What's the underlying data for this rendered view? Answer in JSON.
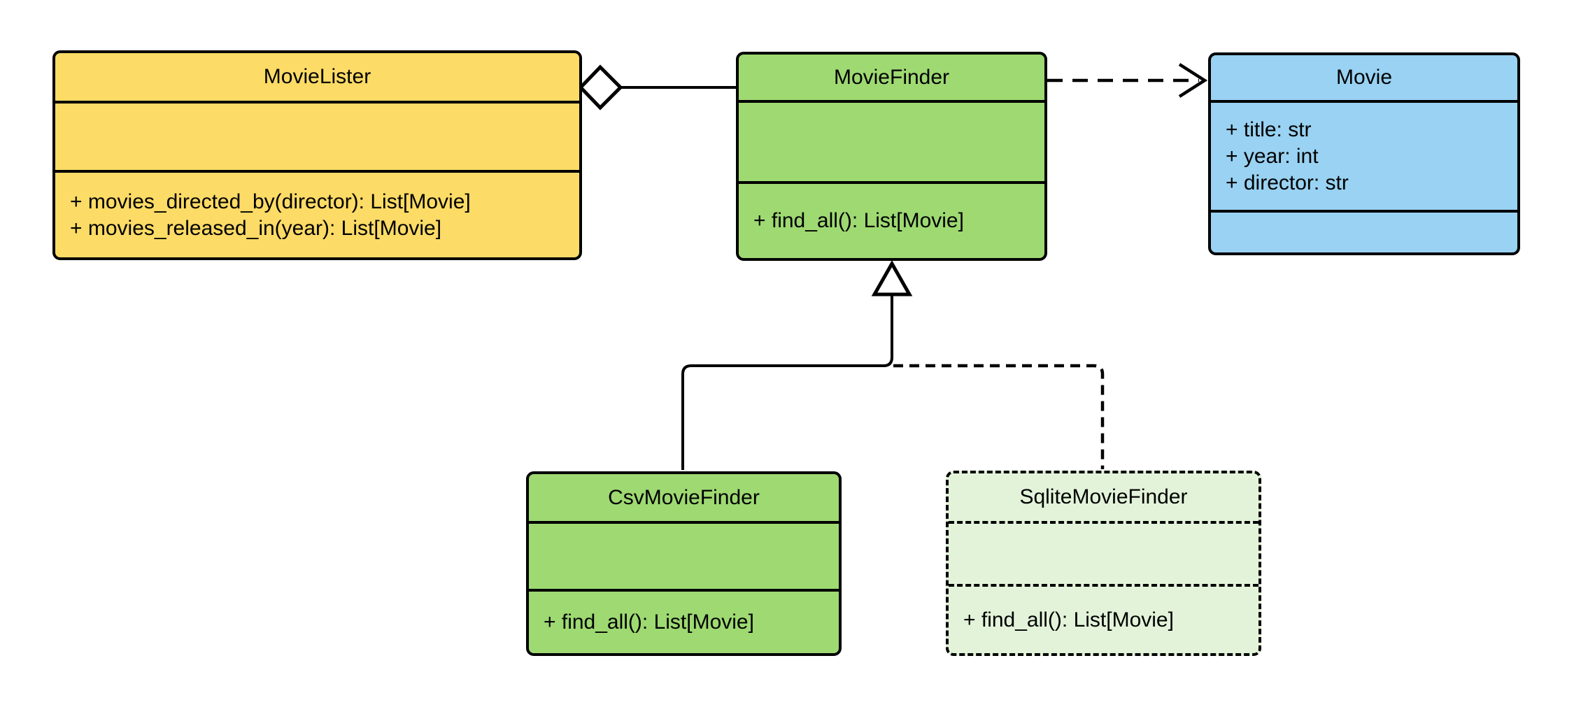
{
  "diagram": {
    "title": "MovieLister UML class diagram",
    "colors": {
      "background": "#ffffff",
      "stroke": "#000000",
      "yellow_fill": "#FCDB66",
      "green_fill": "#9ED972",
      "blue_fill": "#99D2F2",
      "light_green_fill": "#E2F3D9"
    },
    "classes": {
      "movie_lister": {
        "name": "MovieLister",
        "fill": "#FCDB66",
        "attributes": [],
        "methods": [
          "+ movies_directed_by(director): List[Movie]",
          "+ movies_released_in(year): List[Movie]"
        ]
      },
      "movie_finder": {
        "name": "MovieFinder",
        "fill": "#9ED972",
        "attributes": [],
        "methods": [
          "+ find_all(): List[Movie]"
        ]
      },
      "movie": {
        "name": "Movie",
        "fill": "#99D2F2",
        "attributes": [
          "+ title: str",
          "+ year: int",
          "+ director: str"
        ],
        "methods": []
      },
      "csv_movie_finder": {
        "name": "CsvMovieFinder",
        "fill": "#9ED972",
        "attributes": [],
        "methods": [
          "+ find_all(): List[Movie]"
        ]
      },
      "sqlite_movie_finder": {
        "name": "SqliteMovieFinder",
        "fill": "#E2F3D9",
        "border_style": "dashed",
        "attributes": [],
        "methods": [
          "+ find_all(): List[Movie]"
        ]
      }
    },
    "relationships": [
      {
        "type": "aggregation",
        "from": "MovieLister",
        "to": "MovieFinder",
        "line": "solid",
        "marker": "hollow-diamond"
      },
      {
        "type": "dependency",
        "from": "MovieFinder",
        "to": "Movie",
        "line": "dashed",
        "marker": "open-arrow"
      },
      {
        "type": "generalization",
        "from": "CsvMovieFinder",
        "to": "MovieFinder",
        "line": "solid",
        "marker": "hollow-triangle"
      },
      {
        "type": "generalization",
        "from": "SqliteMovieFinder",
        "to": "MovieFinder",
        "line": "dashed",
        "marker": "hollow-triangle"
      }
    ]
  }
}
